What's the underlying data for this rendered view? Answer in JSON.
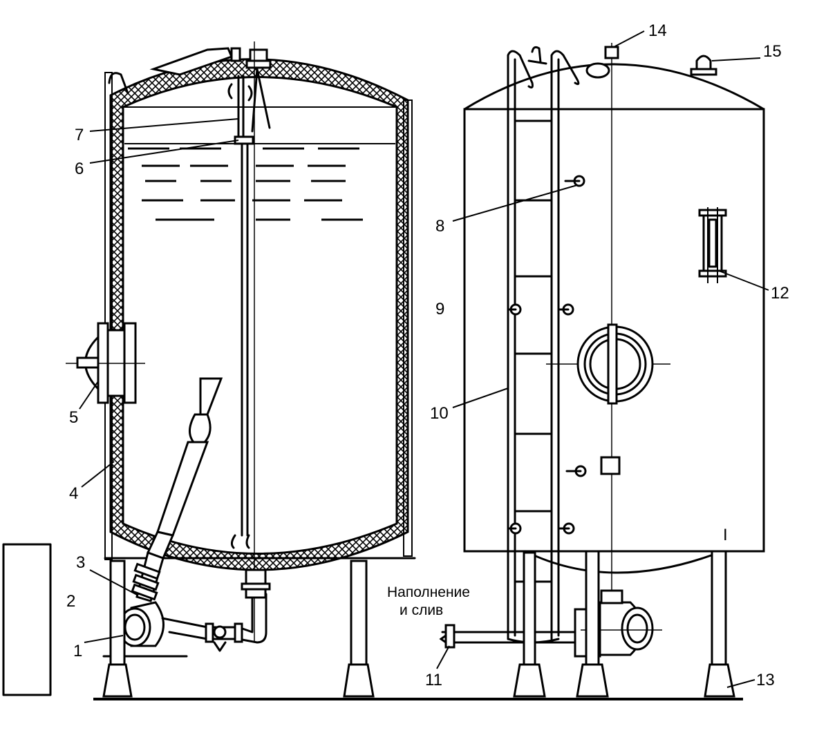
{
  "callouts": [
    "1",
    "2",
    "3",
    "4",
    "5",
    "6",
    "7",
    "8",
    "9",
    "10",
    "11",
    "12",
    "13",
    "14",
    "15",
    "I"
  ],
  "caption": {
    "line1": "Наполнение",
    "line2": "и слив"
  },
  "colors": {
    "ink": "#000000",
    "paper": "#ffffff"
  }
}
